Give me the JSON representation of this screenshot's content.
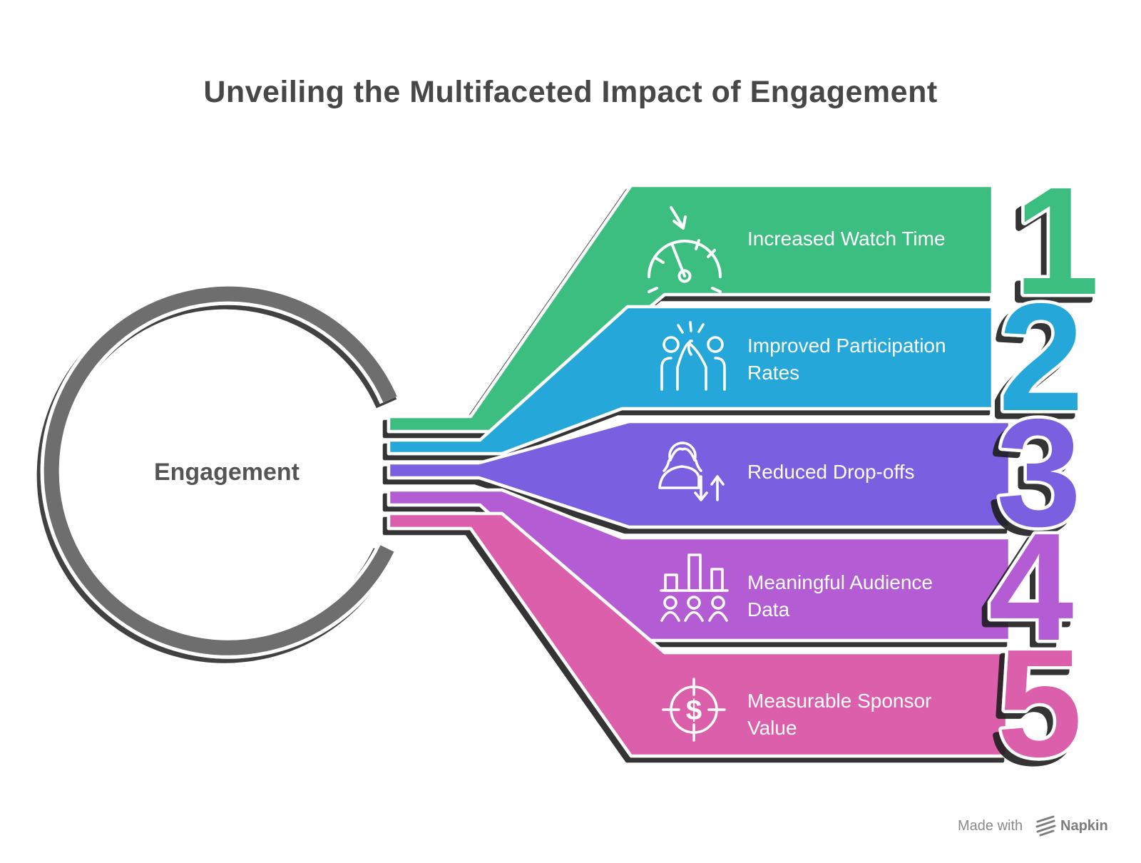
{
  "title": "Unveiling the Multifaceted Impact of Engagement",
  "center": {
    "label": "Engagement"
  },
  "items": [
    {
      "number": "1",
      "line1": "Increased Watch Time",
      "line2": "",
      "color": "#3dbe81",
      "icon": "speedometer-arrow-icon"
    },
    {
      "number": "2",
      "line1": "Improved Participation",
      "line2": "Rates",
      "color": "#27a7da",
      "icon": "high-five-people-icon"
    },
    {
      "number": "3",
      "line1": "Reduced Drop-offs",
      "line2": "",
      "color": "#7a5fe1",
      "icon": "person-updown-arrows-icon"
    },
    {
      "number": "4",
      "line1": "Meaningful Audience",
      "line2": "Data",
      "color": "#b45cd3",
      "icon": "bar-chart-audience-icon"
    },
    {
      "number": "5",
      "line1": "Measurable Sponsor",
      "line2": "Value",
      "color": "#dc5fac",
      "icon": "dollar-target-icon",
      "dollar_glyph": "$"
    }
  ],
  "watermark": {
    "made_with": "Made with",
    "brand": "Napkin"
  },
  "colors": {
    "background": "#ffffff",
    "ring": "#6e6e6e",
    "title_text": "#474747",
    "center_text": "#555555",
    "shadow": "#1d1d1d",
    "watermark_text": "#8a8a8a",
    "watermark_brand": "#7d7d7d"
  }
}
